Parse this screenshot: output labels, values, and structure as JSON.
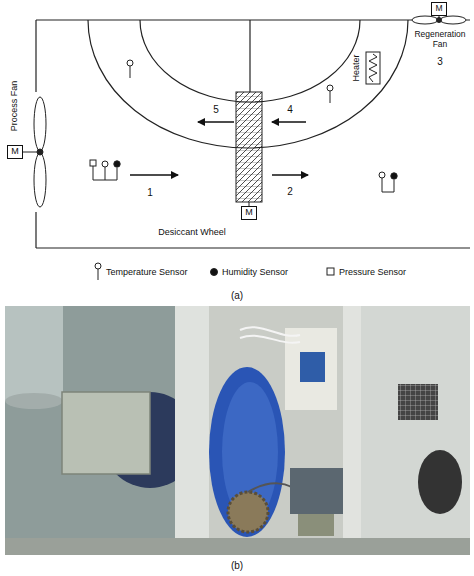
{
  "diagram": {
    "nodes": [
      {
        "text": [
          "M"
        ]
      },
      {
        "text": [
          "M"
        ]
      },
      {
        "text": [
          "M"
        ]
      }
    ],
    "labels": [
      "Regeneration Fan",
      "3",
      "Heater",
      "Process Fan",
      "5",
      "4",
      "1",
      "2",
      "Desiccant Wheel",
      "(a)",
      "(b)"
    ],
    "legend": [
      {
        "text": "Temperature Sensor"
      },
      {
        "text": "Humidity Sensor"
      },
      {
        "text": "Pressure Sensor"
      }
    ]
  }
}
